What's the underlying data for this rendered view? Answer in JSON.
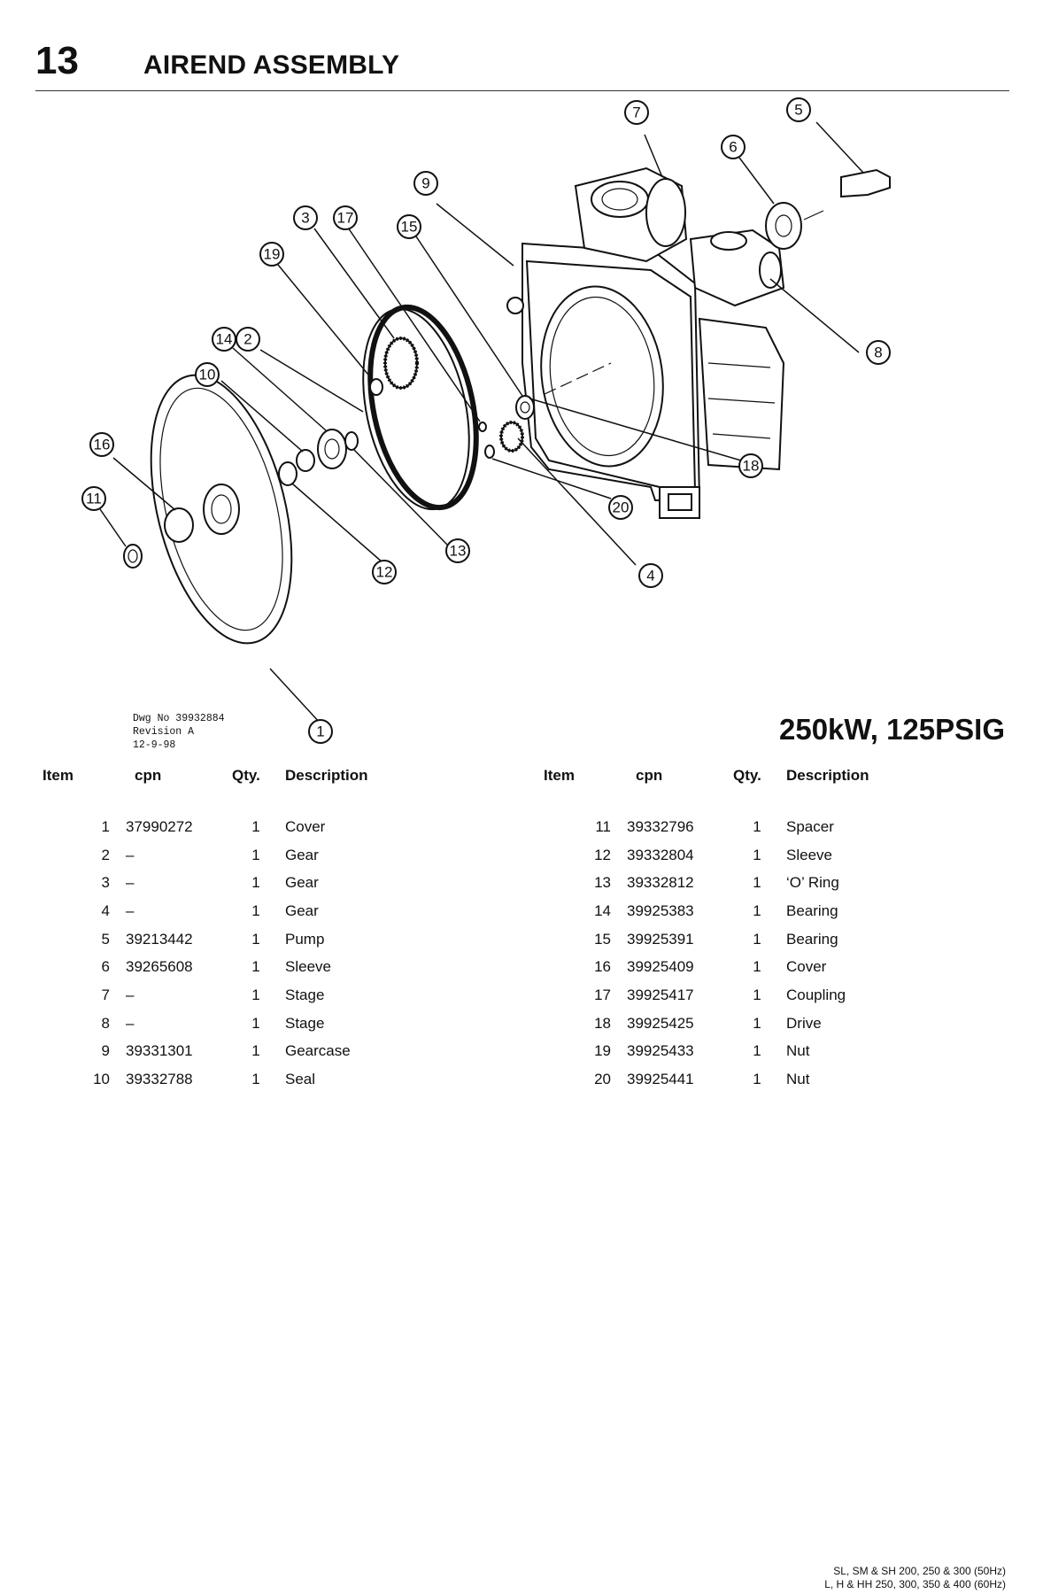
{
  "header": {
    "page_number": "13",
    "title": "AIREND ASSEMBLY"
  },
  "drawing": {
    "dwg_no": "Dwg No 39932884",
    "revision": "Revision A",
    "date": "12-9-98",
    "callouts": [
      "1",
      "2",
      "3",
      "4",
      "5",
      "6",
      "7",
      "8",
      "9",
      "10",
      "11",
      "12",
      "13",
      "14",
      "15",
      "16",
      "17",
      "18",
      "19",
      "20"
    ]
  },
  "rating": "250kW, 125PSIG",
  "table": {
    "headers": {
      "item": "Item",
      "cpn": "cpn",
      "qty": "Qty.",
      "description": "Description"
    },
    "left": [
      {
        "item": "1",
        "cpn": "37990272",
        "qty": "1",
        "desc": "Cover"
      },
      {
        "item": "2",
        "cpn": "–",
        "qty": "1",
        "desc": "Gear"
      },
      {
        "item": "3",
        "cpn": "–",
        "qty": "1",
        "desc": "Gear"
      },
      {
        "item": "4",
        "cpn": "–",
        "qty": "1",
        "desc": "Gear"
      },
      {
        "item": "5",
        "cpn": "39213442",
        "qty": "1",
        "desc": "Pump"
      },
      {
        "item": "6",
        "cpn": "39265608",
        "qty": "1",
        "desc": "Sleeve"
      },
      {
        "item": "7",
        "cpn": "–",
        "qty": "1",
        "desc": "Stage"
      },
      {
        "item": "8",
        "cpn": "–",
        "qty": "1",
        "desc": "Stage"
      },
      {
        "item": "9",
        "cpn": "39331301",
        "qty": "1",
        "desc": "Gearcase"
      },
      {
        "item": "10",
        "cpn": "39332788",
        "qty": "1",
        "desc": "Seal"
      }
    ],
    "right": [
      {
        "item": "11",
        "cpn": "39332796",
        "qty": "1",
        "desc": "Spacer"
      },
      {
        "item": "12",
        "cpn": "39332804",
        "qty": "1",
        "desc": "Sleeve"
      },
      {
        "item": "13",
        "cpn": "39332812",
        "qty": "1",
        "desc": "‘O’ Ring"
      },
      {
        "item": "14",
        "cpn": "39925383",
        "qty": "1",
        "desc": "Bearing"
      },
      {
        "item": "15",
        "cpn": "39925391",
        "qty": "1",
        "desc": "Bearing"
      },
      {
        "item": "16",
        "cpn": "39925409",
        "qty": "1",
        "desc": "Cover"
      },
      {
        "item": "17",
        "cpn": "39925417",
        "qty": "1",
        "desc": "Coupling"
      },
      {
        "item": "18",
        "cpn": "39925425",
        "qty": "1",
        "desc": "Drive"
      },
      {
        "item": "19",
        "cpn": "39925433",
        "qty": "1",
        "desc": "Nut"
      },
      {
        "item": "20",
        "cpn": "39925441",
        "qty": "1",
        "desc": "Nut"
      }
    ]
  },
  "footer": {
    "line1": "SL, SM & SH 200, 250 & 300 (50Hz)",
    "line2": "L, H & HH 250, 300, 350 & 400 (60Hz)"
  }
}
